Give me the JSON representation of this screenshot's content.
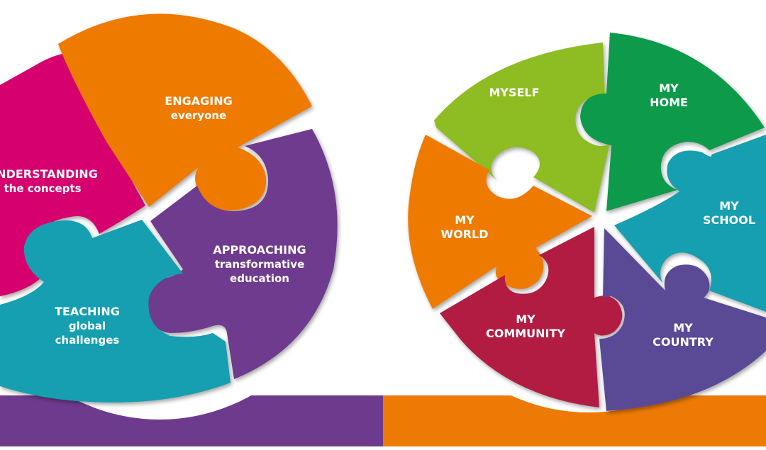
{
  "colors": {
    "magenta": "#d6006e",
    "orange": "#ee7a06",
    "purple": "#6e3a8e",
    "teal": "#139fb0",
    "lime": "#8dbd23",
    "green": "#0b9a4c",
    "crimson": "#b21a43",
    "indigo": "#5a4a95",
    "bar_left": "#6e3a8e",
    "bar_right": "#ee7a06"
  },
  "left_puzzle": {
    "understanding": {
      "line1": "UNDERSTANDING",
      "line2": "the concepts"
    },
    "engaging": {
      "line1": "ENGAGING",
      "line2": "everyone"
    },
    "approaching": {
      "line1": "APPROACHING",
      "line2": "transformative",
      "line3": "education"
    },
    "teaching": {
      "line1": "TEACHING",
      "line2": "global",
      "line3": "challenges"
    }
  },
  "right_puzzle": {
    "myself": {
      "line1": "MYSELF"
    },
    "my_home": {
      "line1": "MY",
      "line2": "HOME"
    },
    "my_school": {
      "line1": "MY",
      "line2": "SCHOOL"
    },
    "my_world": {
      "line1": "MY",
      "line2": "WORLD"
    },
    "my_community": {
      "line1": "MY",
      "line2": "COMMUNITY"
    },
    "my_country": {
      "line1": "MY",
      "line2": "COUNTRY"
    }
  }
}
